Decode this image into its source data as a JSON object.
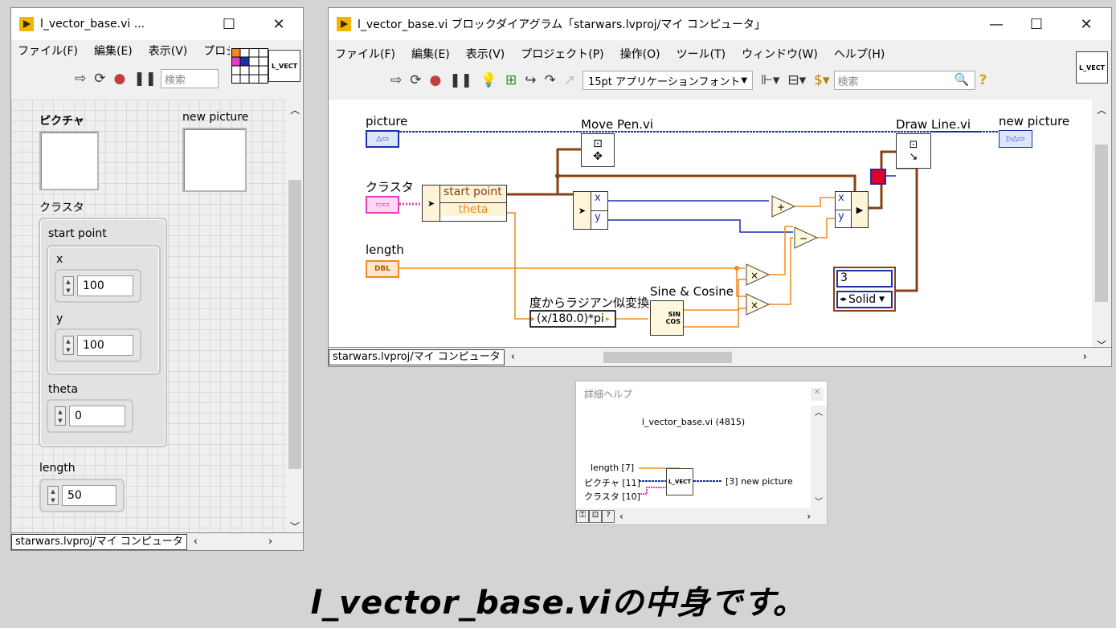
{
  "front_panel": {
    "title": "l_vector_base.vi ...",
    "menu": [
      "ファイル(F)",
      "編集(E)",
      "表示(V)",
      "プロジ"
    ],
    "search_placeholder": "検索",
    "icon_text": "L_VECT",
    "controls": {
      "picture_label": "ピクチャ",
      "new_picture_label": "new picture",
      "cluster_label": "クラスタ",
      "start_point_label": "start point",
      "x_label": "x",
      "x_value": "100",
      "y_label": "y",
      "y_value": "100",
      "theta_label": "theta",
      "theta_value": "0",
      "length_label": "length",
      "length_value": "50"
    },
    "status_path": "starwars.lvproj/マイ コンピュータ"
  },
  "block_diagram": {
    "title": "l_vector_base.vi ブロックダイアグラム「starwars.lvproj/マイ コンピュータ」",
    "menu": [
      "ファイル(F)",
      "編集(E)",
      "表示(V)",
      "プロジェクト(P)",
      "操作(O)",
      "ツール(T)",
      "ウィンドウ(W)",
      "ヘルプ(H)"
    ],
    "font_select": "15pt アプリケーションフォント",
    "search_placeholder": "検索",
    "icon_text": "L_VECT",
    "nodes": {
      "picture": "picture",
      "cluster": "クラスタ",
      "length": "length",
      "move_pen": "Move Pen.vi",
      "draw_line": "Draw Line.vi",
      "new_picture": "new picture",
      "start_point": "start point",
      "theta": "theta",
      "x": "x",
      "y": "y",
      "deg_to_rad_label": "度からラジアン似変換",
      "formula": "(x/180.0)*pi",
      "sine_cosine": "Sine & Cosine",
      "sin": "SIN",
      "cos": "COS",
      "dbl": "DBL",
      "width_value": "3",
      "style_value": "Solid",
      "plus": "+",
      "minus": "−",
      "times": "×"
    },
    "status_path": "starwars.lvproj/マイ コンピュータ"
  },
  "context_help": {
    "title": "詳細ヘルプ",
    "vi_name": "l_vector_base.vi (4815)",
    "length_term": "length [7]",
    "picture_term": "ピクチャ [11]",
    "cluster_term": "クラスタ [10]",
    "output_term": "[3] new picture",
    "icon_text": "L_VECT"
  },
  "caption": "l_vector_base.viの中身です。",
  "colors": {
    "picture_wire": "#1a2fa8",
    "cluster_wire": "#e040c0",
    "dbl_wire": "#f08a20",
    "cluster_brown": "#8a4010"
  }
}
